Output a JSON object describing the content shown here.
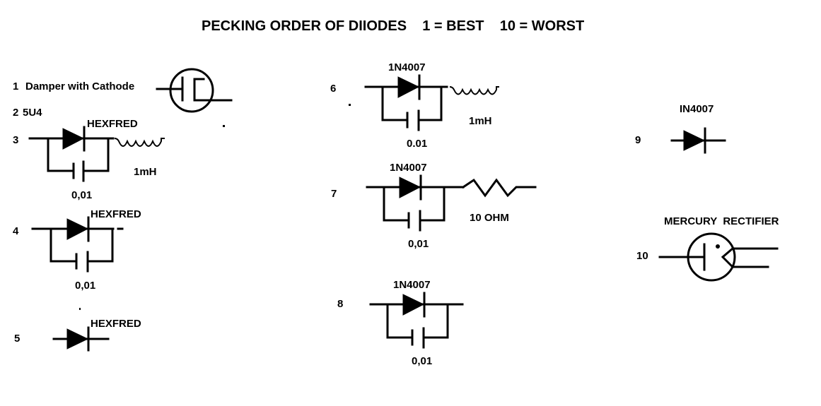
{
  "title": "PECKING ORDER OF DIIODES    1 = BEST    10 = WORST",
  "items": [
    {
      "rank": "1",
      "text": "Damper with Cathode"
    },
    {
      "rank": "2",
      "text": "5U4"
    },
    {
      "rank": "3",
      "part": "HEXFRED",
      "cap": "0,01",
      "extra": "1mH"
    },
    {
      "rank": "4",
      "part": "HEXFRED",
      "cap": "0,01"
    },
    {
      "rank": "5",
      "part": "HEXFRED"
    },
    {
      "rank": "6",
      "part": "1N4007",
      "cap": "0.01",
      "extra": "1mH"
    },
    {
      "rank": "7",
      "part": "1N4007",
      "cap": "0,01",
      "extra": "10 OHM"
    },
    {
      "rank": "8",
      "part": "1N4007",
      "cap": "0,01"
    },
    {
      "rank": "9",
      "part": "IN4007"
    },
    {
      "rank": "10",
      "part": "MERCURY  RECTIFIER"
    }
  ],
  "icons": {
    "tube": "vacuum-tube-diode-icon",
    "diode": "diode-symbol-icon",
    "capacitor": "capacitor-symbol-icon",
    "inductor": "inductor-coil-icon",
    "resistor": "resistor-zigzag-icon",
    "mercury": "mercury-rectifier-icon"
  }
}
